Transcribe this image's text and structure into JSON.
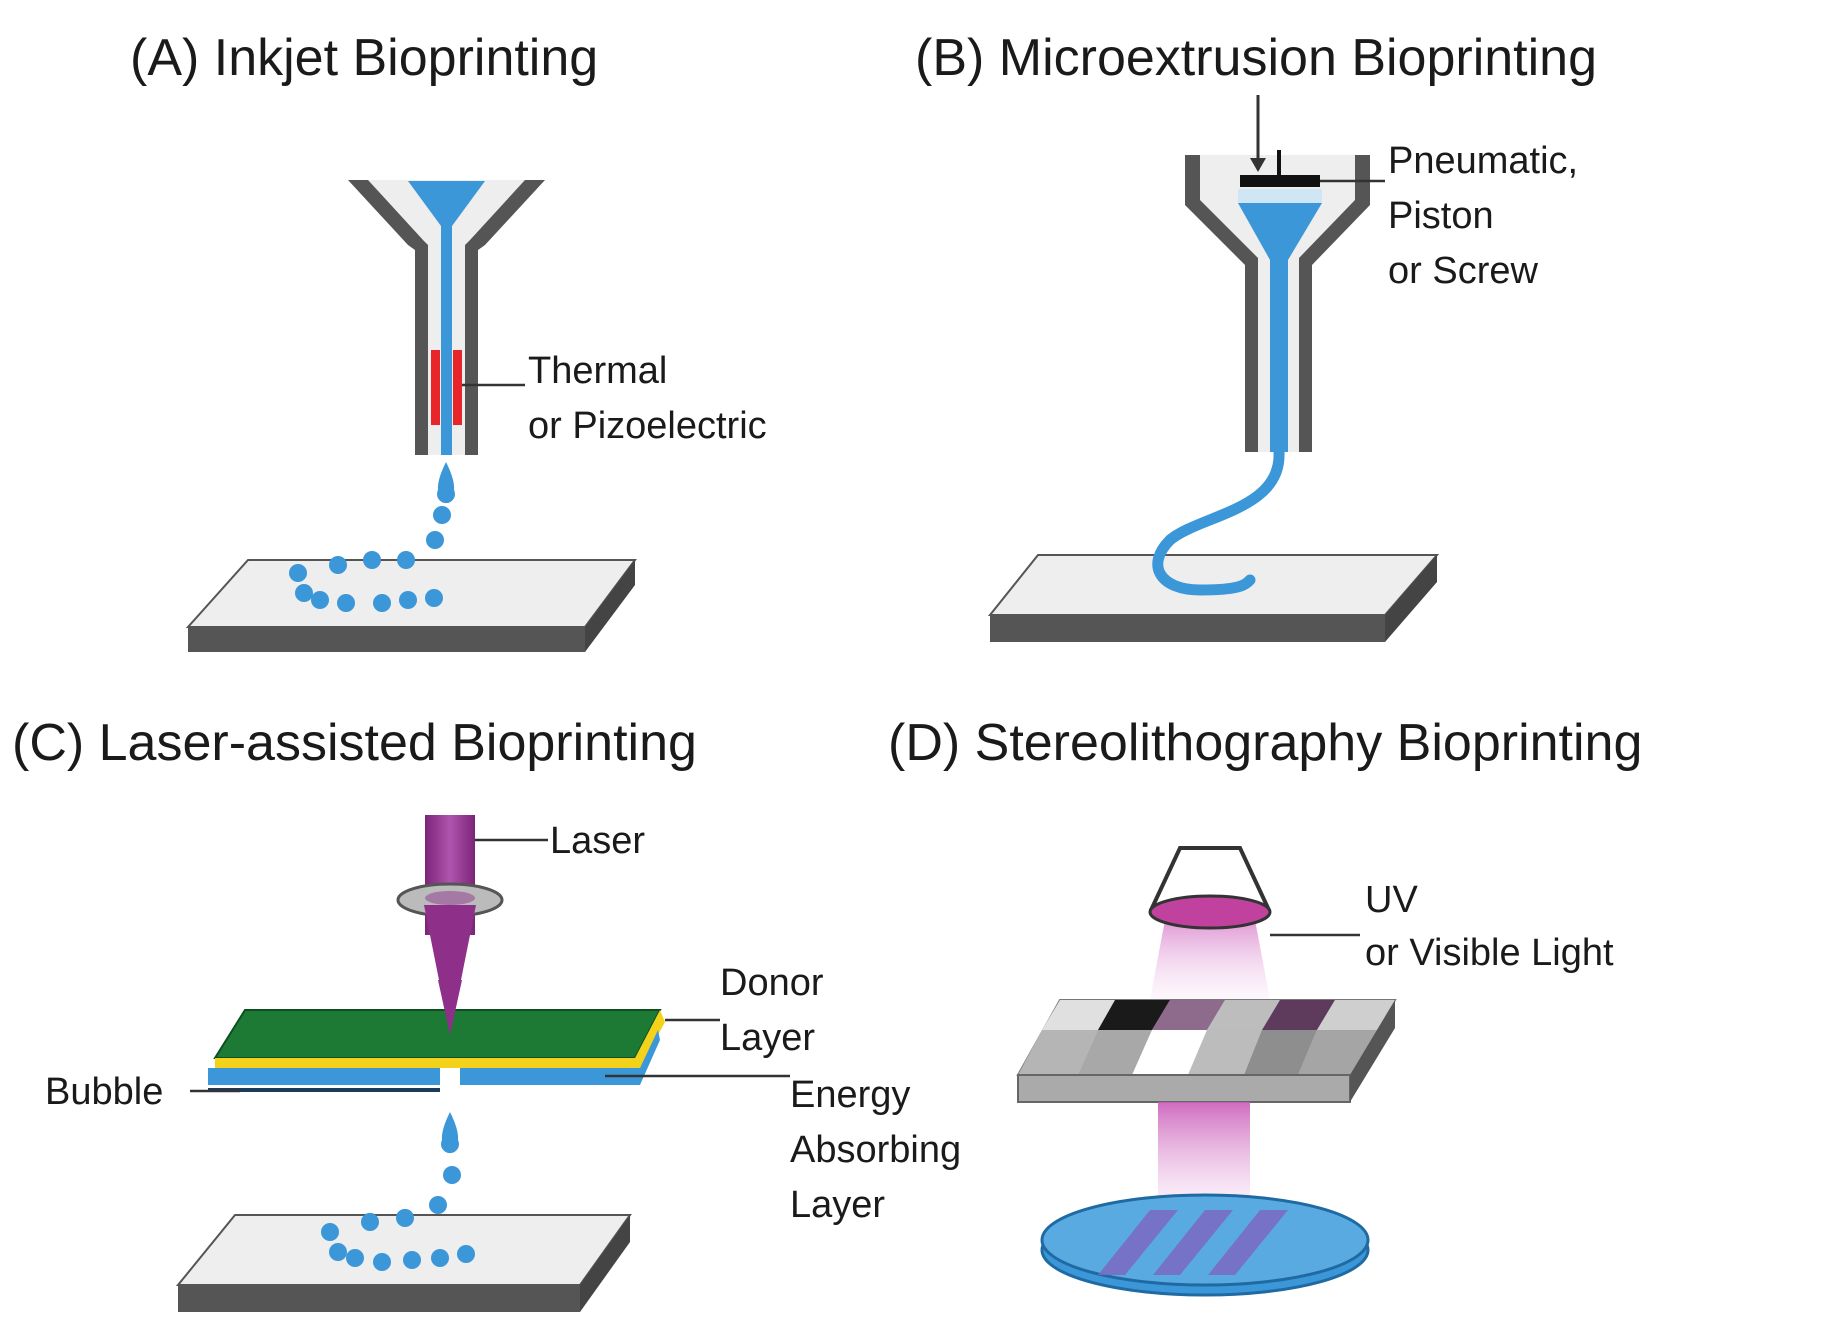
{
  "panels": {
    "a": {
      "title": "(A) Inkjet Bioprinting",
      "label_line1": "Thermal",
      "label_line2": "or Pizoelectric"
    },
    "b": {
      "title": "(B) Microextrusion Bioprinting",
      "label_line1": "Pneumatic,",
      "label_line2": "Piston",
      "label_line3": "or Screw"
    },
    "c": {
      "title": "(C) Laser-assisted Bioprinting",
      "laser_label": "Laser",
      "donor_line1": "Donor",
      "donor_line2": "Layer",
      "bubble_label": "Bubble",
      "energy_line1": "Energy",
      "energy_line2": "Absorbing",
      "energy_line3": "Layer"
    },
    "d": {
      "title": "(D) Stereolithography Bioprinting",
      "label_line1": "UV",
      "label_line2": "or Visible Light"
    }
  },
  "colors": {
    "bioink": "#3b97d8",
    "bioink_light": "#cfe6f5",
    "nozzle": "#555555",
    "nozzle_inner": "#eeeeee",
    "heater": "#e8262a",
    "laser": "#8e2f8a",
    "donor": "#1c7a35",
    "gold": "#f2d21a",
    "platform_top": "#eeeeee",
    "platform_side": "#555555",
    "uv_light": "#d884cc"
  }
}
